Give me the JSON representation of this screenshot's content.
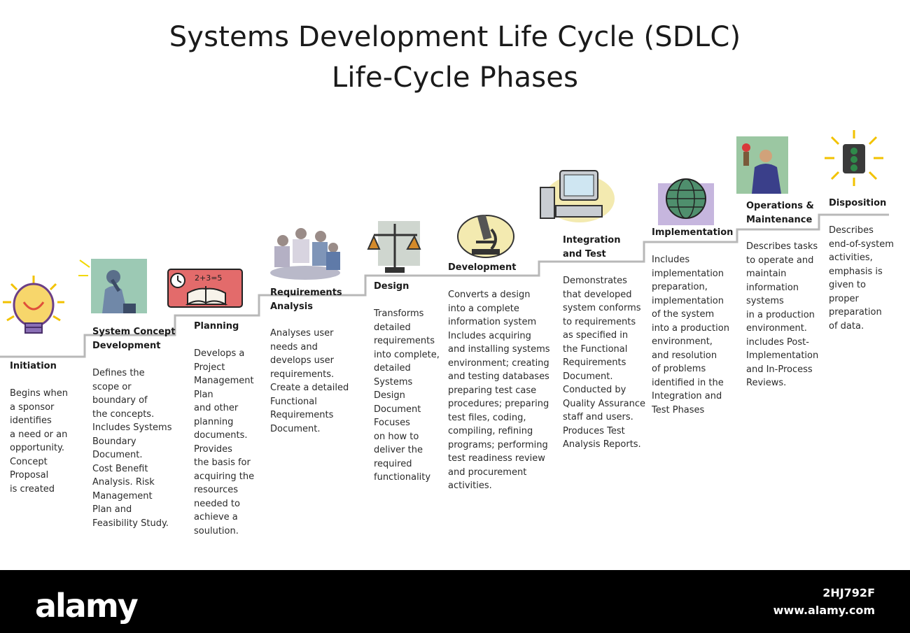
{
  "title_line1": "Systems Development Life Cycle (SDLC)",
  "title_line2": "Life-Cycle Phases",
  "phases": [
    {
      "title": "Initiation",
      "description": "Begins when\na sponsor\nidentifies\na need or an\nopportunity.\nConcept\nProposal\nis created",
      "icon": "lightbulb-icon"
    },
    {
      "title": "System Concept\nDevelopment",
      "description": "Defines the\nscope or\nboundary of\nthe concepts.\nIncludes Systems\nBoundary\nDocument.\nCost Benefit\nAnalysis. Risk\nManagement\nPlan and\nFeasibility Study.",
      "icon": "thinker-icon"
    },
    {
      "title": "Planning",
      "description": "Develops a\nProject\nManagement\nPlan\nand other\nplanning\ndocuments.\nProvides\nthe basis for\nacquiring the\nresources\nneeded to\nachieve a\nsoulution.",
      "icon": "book-icon"
    },
    {
      "title": "Requirements\nAnalysis",
      "description": "Analyses user\nneeds and\ndevelops user\nrequirements.\nCreate a detailed\nFunctional\nRequirements\nDocument.",
      "icon": "team-meeting-icon"
    },
    {
      "title": "Design",
      "description": "Transforms\ndetailed\nrequirements\ninto complete,\ndetailed\nSystems\nDesign\nDocument\nFocuses\non how to\ndeliver the\nrequired\nfunctionality",
      "icon": "scales-icon"
    },
    {
      "title": "Development",
      "description": "Converts a design\ninto a complete\ninformation system\nIncludes acquiring\nand installing systems\nenvironment; creating\nand testing databases\npreparing test case\nprocedures; preparing\ntest files, coding,\ncompiling, refining\nprograms; performing\ntest readiness review\nand procurement\nactivities.",
      "icon": "microscope-icon"
    },
    {
      "title": "Integration\nand Test",
      "description": "Demonstrates\nthat developed\nsystem conforms\nto requirements\nas specified in\nthe Functional\nRequirements\nDocument.\nConducted by\nQuality Assurance\nstaff and users.\nProduces Test\nAnalysis Reports.",
      "icon": "computer-icon"
    },
    {
      "title": "Implementation",
      "description": "Includes\nimplementation\npreparation,\nimplementation\nof the system\ninto a production\nenvironment,\nand resolution\nof problems\nidentified in the\nIntegration and\nTest Phases",
      "icon": "globe-icon"
    },
    {
      "title": "Operations &\nMaintenance",
      "description": "Describes tasks\nto operate and\nmaintain\ninformation\nsystems\nin a production\nenvironment.\nincludes Post-\nImplementation\nand In-Process\nReviews.",
      "icon": "businessman-icon"
    },
    {
      "title": "Disposition",
      "description": "Describes\nend-of-system\nactivities,\nemphasis is\ngiven to\nproper\npreparation\nof data.",
      "icon": "traffic-light-icon"
    }
  ],
  "footer": {
    "logo": "alamy",
    "image_id": "2HJ792F",
    "site": "www.alamy.com"
  },
  "colors": {
    "stair_line": "#b8b8b8",
    "footer_bg": "#000000",
    "title_text": "#1a1a1a"
  }
}
